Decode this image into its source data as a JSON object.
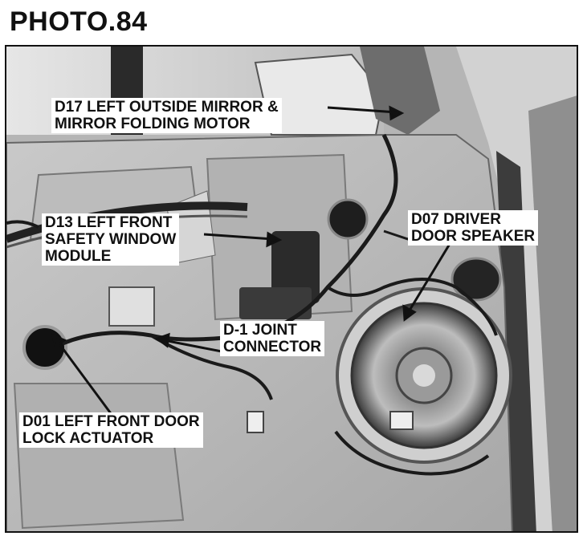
{
  "heading": "PHOTO.84",
  "callouts": {
    "mirror": [
      "D17 LEFT  OUTSIDE MIRROR &",
      "MIRROR FOLDING MOTOR"
    ],
    "window": [
      "D13 LEFT FRONT",
      "SAFETY WINDOW",
      "MODULE"
    ],
    "speaker": [
      "D07 DRIVER",
      "DOOR SPEAKER"
    ],
    "joint": [
      "D-1 JOINT",
      "CONNECTOR"
    ],
    "lock": [
      "D01 LEFT FRONT DOOR",
      "LOCK ACTUATOR"
    ]
  }
}
